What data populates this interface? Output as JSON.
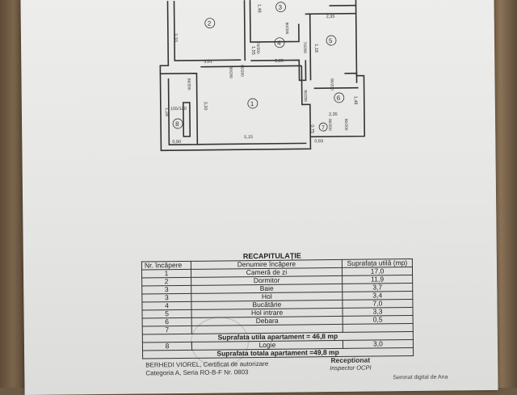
{
  "plan": {
    "room_numbers": [
      "1",
      "2",
      "3",
      "4",
      "5",
      "6",
      "7",
      "8"
    ],
    "dimensions": {
      "d_330_a": "3,30",
      "d_361": "3,61",
      "d_148_a": "1,48",
      "d_235_a": "2,35",
      "d_220": "2,20",
      "d_118": "1,18",
      "d_155": "1,55",
      "d_330_b": "3,30",
      "d_515": "5,15",
      "d_235_b": "2,35",
      "d_148_b": "1,48",
      "d_090": "0,90",
      "d_093": "0,93",
      "d_128": "1,28",
      "d_155_120": "155/120",
      "d_075": "0,75"
    },
    "door_labels": {
      "a": "80/200",
      "b": "70/200",
      "c": "70/200",
      "d": "80/200",
      "e": "80/200",
      "f": "80/200",
      "g": "80/200",
      "h": "80/200",
      "i": "80/200",
      "j": "80/200"
    }
  },
  "recap": {
    "title": "RECAPITULAȚIE",
    "headers": [
      "Nr. încăpere",
      "Denumire încăpere",
      "Suprafața utilă (mp)"
    ],
    "rows": [
      {
        "nr": "1",
        "name": "Cameră de zi",
        "area": "17,0"
      },
      {
        "nr": "2",
        "name": "Dormitor",
        "area": "11,9"
      },
      {
        "nr": "3",
        "name": "Baie",
        "area": "3,7"
      },
      {
        "nr": "3",
        "name": "Hol",
        "area": "3,4"
      },
      {
        "nr": "4",
        "name": "Bucătărie",
        "area": "7,0"
      },
      {
        "nr": "5",
        "name": "Hol intrare",
        "area": "3,3"
      },
      {
        "nr": "6",
        "name": "Debara",
        "area": "0,5"
      },
      {
        "nr": "7",
        "name": "",
        "area": ""
      }
    ],
    "summary_util": "Suprafata utila apartament = 46,8 mp",
    "logie": {
      "nr": "8",
      "name": "Logie",
      "area": "3,0"
    },
    "summary_total": "Suprafata totala apartament =49,8 mp"
  },
  "footer": {
    "left_line1": "BERHEDI VIOREL, Certificat de autorizare",
    "left_line2": "Categoria A, Seria RO-B-F Nr. 0803",
    "right_line1": "Receptionat",
    "right_line2": "Inspector OCPI",
    "signed": "Semnat digital de Ana"
  }
}
